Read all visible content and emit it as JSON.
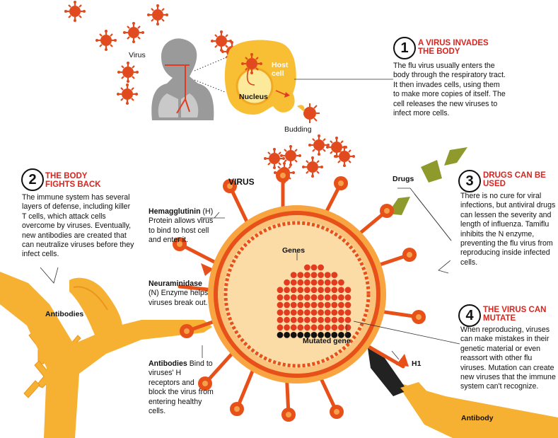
{
  "labels": {
    "virus_small": "Virus",
    "host_cell": "Host cell",
    "nucleus": "Nucleus",
    "budding": "Budding",
    "virus_title": "VIRUS",
    "drugs": "Drugs",
    "antibodies": "Antibodies",
    "genes": "Genes",
    "mutated_gene": "Mutated gene",
    "h1": "H1",
    "antibody": "Antibody"
  },
  "steps": [
    {
      "number": "1",
      "heading": "A VIRUS INVADES THE BODY",
      "body": "The flu virus usually enters the body through the respiratory tract. It then invades cells, using them to make more copies of itself. The cell releases the new viruses to infect more cells."
    },
    {
      "number": "2",
      "heading": "THE BODY FIGHTS BACK",
      "body": "The immune system has several layers of defense, including killer T cells, which attack cells overcome by viruses. Eventually, new antibodies are created that can neutralize viruses before they infect cells."
    },
    {
      "number": "3",
      "heading": "DRUGS CAN BE USED",
      "body": "There is no cure for viral infections, but antiviral drugs can lessen the severity and length of influenza. Tamiflu inhibits the N enzyme, preventing the flu virus from reproducing inside infected cells."
    },
    {
      "number": "4",
      "heading": "THE VIRUS CAN MUTATE",
      "body": "When reproducing, viruses can make mistakes in their genetic material or even reassort with other flu viruses. Mutation can create new viruses that the immune system can't recognize."
    }
  ],
  "callouts": {
    "hemagglutinin": {
      "term": "Hemagglutinin",
      "rest": "(H) Protein allows virus to bind to host cell and enter it."
    },
    "neuraminidase": {
      "term": "Neuraminidase",
      "rest": "(N) Enzyme helps viruses break out."
    },
    "antibodies": {
      "term": "Antibodies",
      "rest": "Bind to viruses' H receptors and block the virus from entering healthy cells."
    }
  },
  "colors": {
    "accent_red": "#d7251f",
    "virus_orange": "#e8501a",
    "virus_light": "#f5a04a",
    "cell_yellow": "#f8bf35",
    "antibody_yellow": "#f6b132",
    "drug_olive": "#8e9a2b",
    "lung_gray": "#9a9a9a"
  }
}
